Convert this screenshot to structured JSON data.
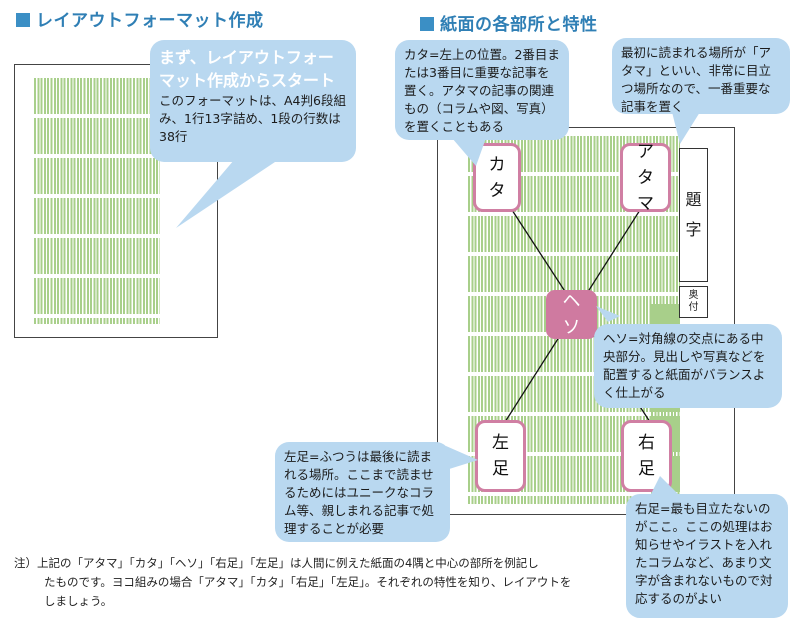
{
  "left_heading": "レイアウトフォーマット作成",
  "right_heading": "紙面の各部所と特性",
  "format_bubble": {
    "title_line1": "まず、レイアウトフォー",
    "title_line2": "マット作成からスタート",
    "body": "このフォーマットは、A4判6段組み、1行13字詰め、1段の行数は38行"
  },
  "kata_bubble": "カタ=左上の位置。2番目または3番目に重要な記事を置く。アタマの記事の関連もの（コラムや図、写真）を置くこともある",
  "atama_bubble": "最初に読まれる場所が「アタマ」といい、非常に目立つ場所なので、一番重要な記事を置く",
  "heso_bubble": "ヘソ=対角線の交点にある中央部分。見出しや写真などを配置すると紙面がバランスよく仕上がる",
  "hidariashi_bubble": "左足=ふつうは最後に読まれる場所。ここまで読ませるためにはユニークなコラム等、親しまれる記事で処理することが必要",
  "migiashi_bubble": "右足=最も目立たないのがここ。ここの処理はお知らせやイラストを入れたコラムなど、あまり文字が含まれないもので対応するのがよい",
  "labels": {
    "kata": [
      "カ",
      "タ"
    ],
    "atama": [
      "ア",
      "タ",
      "マ"
    ],
    "heso": [
      "ヘ",
      "ソ"
    ],
    "hidariashi": [
      "左",
      "足"
    ],
    "migiashi": [
      "右",
      "足"
    ],
    "daiji": [
      "題",
      "字"
    ],
    "okuzuke": [
      "奥",
      "付"
    ]
  },
  "note_line1": "注）上記の「アタマ」「カタ」「ヘソ」「右足」「左足」は人間に例えた紙面の4隅と中心の部所を例記し",
  "note_line2": "たものです。ヨコ組みの場合「アタマ」「カタ」「右足」「左足」。それぞれの特性を知り、レイアウトを",
  "note_line3": "しましょう。"
}
